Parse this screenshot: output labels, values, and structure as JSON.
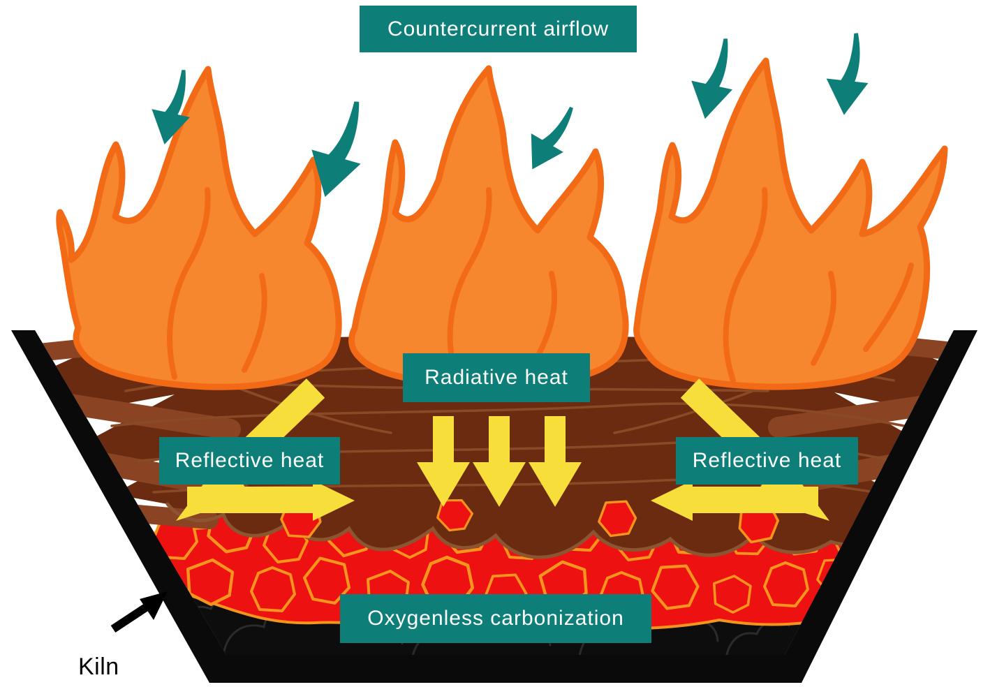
{
  "diagram": {
    "labels": {
      "countercurrent": "Countercurrent airflow",
      "radiative": "Radiative heat",
      "reflective_left": "Reflective heat",
      "reflective_right": "Reflective heat",
      "oxygenless": "Oxygenless carbonization",
      "kiln": "Kiln"
    },
    "arrows": {
      "airflow_count": 5,
      "radiative_count": 3,
      "reflective_count": 2,
      "kiln_pointer_count": 1
    },
    "layers": [
      "flames",
      "wood",
      "glowing coals",
      "oxygenless charcoal",
      "kiln walls"
    ],
    "colors": {
      "teal": "#0E7E78",
      "label_text": "#FFFFFF",
      "flame_fill": "#F6872E",
      "flame_stroke": "#F26A15",
      "wood_dark": "#6B2B11",
      "wood_log_line": "#8A4A26",
      "wood_edge_log": "#8A4423",
      "wood_bottom_stroke": "#8A5530",
      "coal_red": "#EE1111",
      "coal_outline": "#F7941D",
      "kiln_black": "#0A0A0A",
      "charcoal": "#0D0D0D",
      "cloud_line": "#2B2B2B",
      "arrow_yellow": "#F8DE3B",
      "bg": "#FFFFFF"
    }
  }
}
